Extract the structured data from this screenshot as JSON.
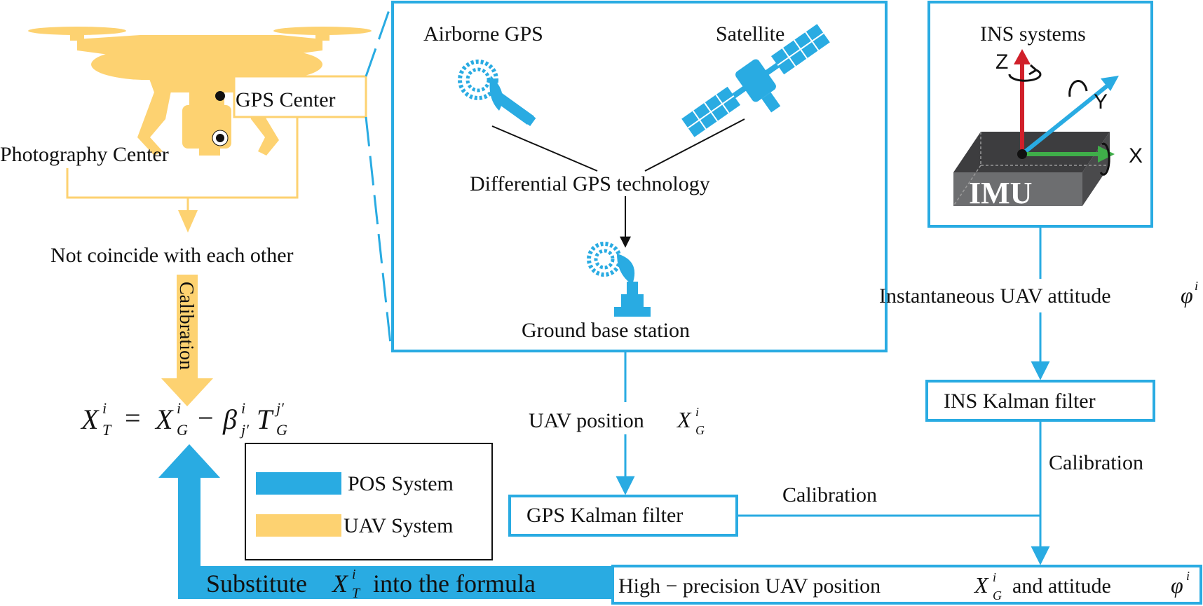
{
  "colors": {
    "pos_blue": "#29abe2",
    "uav_yellow": "#fdd271",
    "z_axis": "#d0202a",
    "x_axis": "#3fae49",
    "imu_gray": "#6d6e70"
  },
  "drone": {
    "gps_center_label": "GPS Center",
    "photo_center_label": "Photography Center",
    "not_coincide_label": "Not coincide with each other",
    "calibration_label": "Calibration"
  },
  "formula": {
    "X": "X",
    "T": "T",
    "i": "i",
    "eq": "=",
    "G": "G",
    "minus": "−",
    "beta": "β",
    "jp": "j′"
  },
  "gps_box": {
    "airborne_label": "Airborne GPS",
    "satellite_label": "Satellite",
    "differential_label": "Differential GPS technology",
    "ground_label": "Ground base station"
  },
  "ins_box": {
    "title": "INS systems",
    "imu_label": "IMU",
    "axis_z": "Z",
    "axis_y": "Y",
    "axis_x": "X"
  },
  "flow": {
    "attitude_label": "Instantaneous UAV attitude",
    "phi": "φ",
    "ins_kalman": "INS Kalman filter",
    "calibration_right": "Calibration",
    "uav_position_label": "UAV position",
    "gps_kalman": "GPS Kalman filter",
    "calibration_mid": "Calibration",
    "high_precision_pre": "High − precision UAV position",
    "high_precision_mid": "and attitude",
    "substitute_pre": "Substitute",
    "substitute_post": "into the formula"
  },
  "legend": {
    "items": [
      {
        "label": "POS System",
        "color": "#29abe2"
      },
      {
        "label": "UAV System",
        "color": "#fdd271"
      }
    ]
  }
}
